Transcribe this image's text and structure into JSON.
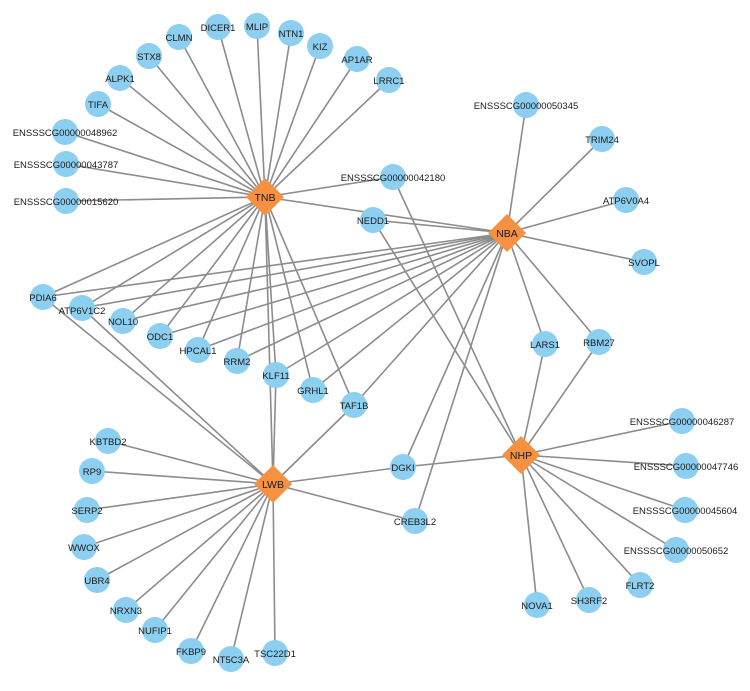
{
  "network": {
    "hubs": [
      {
        "id": "TNB",
        "label": "TNB"
      },
      {
        "id": "NBA",
        "label": "NBA"
      },
      {
        "id": "LWB",
        "label": "LWB"
      },
      {
        "id": "NHP",
        "label": "NHP"
      }
    ],
    "genes": [
      {
        "id": "DICER1",
        "label": "DICER1"
      },
      {
        "id": "MLIP",
        "label": "MLIP"
      },
      {
        "id": "CLMN",
        "label": "CLMN"
      },
      {
        "id": "NTN1",
        "label": "NTN1"
      },
      {
        "id": "KIZ",
        "label": "KIZ"
      },
      {
        "id": "STX8",
        "label": "STX8"
      },
      {
        "id": "AP1AR",
        "label": "AP1AR"
      },
      {
        "id": "ALPK1",
        "label": "ALPK1"
      },
      {
        "id": "LRRC1",
        "label": "LRRC1"
      },
      {
        "id": "TIFA",
        "label": "TIFA"
      },
      {
        "id": "ENSSSCG00000048962",
        "label": "ENSSSCG00000048962"
      },
      {
        "id": "ENSSSCG00000043787",
        "label": "ENSSSCG00000043787"
      },
      {
        "id": "ENSSSCG00000015620",
        "label": "ENSSSCG00000015620"
      },
      {
        "id": "ENSSSCG00000042180",
        "label": "ENSSSCG00000042180"
      },
      {
        "id": "ENSSSCG00000050345",
        "label": "ENSSSCG00000050345"
      },
      {
        "id": "TRIM24",
        "label": "TRIM24"
      },
      {
        "id": "ATP6V0A4",
        "label": "ATP6V0A4"
      },
      {
        "id": "SVOPL",
        "label": "SVOPL"
      },
      {
        "id": "NEDD1",
        "label": "NEDD1"
      },
      {
        "id": "PDIA6",
        "label": "PDIA6"
      },
      {
        "id": "ATP6V1C2",
        "label": "ATP6V1C2"
      },
      {
        "id": "NOL10",
        "label": "NOL10"
      },
      {
        "id": "ODC1",
        "label": "ODC1"
      },
      {
        "id": "HPCAL1",
        "label": "HPCAL1"
      },
      {
        "id": "RRM2",
        "label": "RRM2"
      },
      {
        "id": "KLF11",
        "label": "KLF11"
      },
      {
        "id": "GRHL1",
        "label": "GRHL1"
      },
      {
        "id": "TAF1B",
        "label": "TAF1B"
      },
      {
        "id": "LARS1",
        "label": "LARS1"
      },
      {
        "id": "RBM27",
        "label": "RBM27"
      },
      {
        "id": "KBTBD2",
        "label": "KBTBD2"
      },
      {
        "id": "RP9",
        "label": "RP9"
      },
      {
        "id": "SERP2",
        "label": "SERP2"
      },
      {
        "id": "WWOX",
        "label": "WWOX"
      },
      {
        "id": "UBR4",
        "label": "UBR4"
      },
      {
        "id": "NRXN3",
        "label": "NRXN3"
      },
      {
        "id": "NUFIP1",
        "label": "NUFIP1"
      },
      {
        "id": "FKBP9",
        "label": "FKBP9"
      },
      {
        "id": "NT5C3A",
        "label": "NT5C3A"
      },
      {
        "id": "TSC22D1",
        "label": "TSC22D1"
      },
      {
        "id": "DGKI",
        "label": "DGKI"
      },
      {
        "id": "CREB3L2",
        "label": "CREB3L2"
      },
      {
        "id": "ENSSSCG00000046287",
        "label": "ENSSSCG00000046287"
      },
      {
        "id": "ENSSSCG00000047746",
        "label": "ENSSSCG00000047746"
      },
      {
        "id": "ENSSSCG00000045604",
        "label": "ENSSSCG00000045604"
      },
      {
        "id": "ENSSSCG00000050652",
        "label": "ENSSSCG00000050652"
      },
      {
        "id": "FLRT2",
        "label": "FLRT2"
      },
      {
        "id": "SH3RF2",
        "label": "SH3RF2"
      },
      {
        "id": "NOVA1",
        "label": "NOVA1"
      }
    ],
    "edges": [
      [
        "TNB",
        "DICER1"
      ],
      [
        "TNB",
        "MLIP"
      ],
      [
        "TNB",
        "CLMN"
      ],
      [
        "TNB",
        "NTN1"
      ],
      [
        "TNB",
        "KIZ"
      ],
      [
        "TNB",
        "STX8"
      ],
      [
        "TNB",
        "AP1AR"
      ],
      [
        "TNB",
        "ALPK1"
      ],
      [
        "TNB",
        "LRRC1"
      ],
      [
        "TNB",
        "TIFA"
      ],
      [
        "TNB",
        "ENSSSCG00000048962"
      ],
      [
        "TNB",
        "ENSSSCG00000043787"
      ],
      [
        "TNB",
        "ENSSSCG00000015620"
      ],
      [
        "TNB",
        "ENSSSCG00000042180"
      ],
      [
        "TNB",
        "NBA"
      ],
      [
        "TNB",
        "PDIA6"
      ],
      [
        "TNB",
        "ATP6V1C2"
      ],
      [
        "TNB",
        "NOL10"
      ],
      [
        "TNB",
        "ODC1"
      ],
      [
        "TNB",
        "HPCAL1"
      ],
      [
        "TNB",
        "RRM2"
      ],
      [
        "TNB",
        "KLF11"
      ],
      [
        "TNB",
        "GRHL1"
      ],
      [
        "TNB",
        "TAF1B"
      ],
      [
        "TNB",
        "LWB"
      ],
      [
        "NBA",
        "ENSSSCG00000050345"
      ],
      [
        "NBA",
        "TRIM24"
      ],
      [
        "NBA",
        "ATP6V0A4"
      ],
      [
        "NBA",
        "SVOPL"
      ],
      [
        "NBA",
        "NEDD1"
      ],
      [
        "NBA",
        "PDIA6"
      ],
      [
        "NBA",
        "ATP6V1C2"
      ],
      [
        "NBA",
        "NOL10"
      ],
      [
        "NBA",
        "ODC1"
      ],
      [
        "NBA",
        "HPCAL1"
      ],
      [
        "NBA",
        "RRM2"
      ],
      [
        "NBA",
        "KLF11"
      ],
      [
        "NBA",
        "GRHL1"
      ],
      [
        "NBA",
        "TAF1B"
      ],
      [
        "NBA",
        "LARS1"
      ],
      [
        "NBA",
        "RBM27"
      ],
      [
        "NBA",
        "DGKI"
      ],
      [
        "NBA",
        "CREB3L2"
      ],
      [
        "LWB",
        "PDIA6"
      ],
      [
        "LWB",
        "ATP6V1C2"
      ],
      [
        "LWB",
        "KLF11"
      ],
      [
        "LWB",
        "TAF1B"
      ],
      [
        "LWB",
        "KBTBD2"
      ],
      [
        "LWB",
        "RP9"
      ],
      [
        "LWB",
        "SERP2"
      ],
      [
        "LWB",
        "WWOX"
      ],
      [
        "LWB",
        "UBR4"
      ],
      [
        "LWB",
        "NRXN3"
      ],
      [
        "LWB",
        "NUFIP1"
      ],
      [
        "LWB",
        "FKBP9"
      ],
      [
        "LWB",
        "NT5C3A"
      ],
      [
        "LWB",
        "TSC22D1"
      ],
      [
        "LWB",
        "DGKI"
      ],
      [
        "LWB",
        "CREB3L2"
      ],
      [
        "NHP",
        "ENSSSCG00000042180"
      ],
      [
        "NHP",
        "NEDD1"
      ],
      [
        "NHP",
        "LARS1"
      ],
      [
        "NHP",
        "RBM27"
      ],
      [
        "NHP",
        "DGKI"
      ],
      [
        "NHP",
        "ENSSSCG00000046287"
      ],
      [
        "NHP",
        "ENSSSCG00000047746"
      ],
      [
        "NHP",
        "ENSSSCG00000045604"
      ],
      [
        "NHP",
        "ENSSSCG00000050652"
      ],
      [
        "NHP",
        "FLRT2"
      ],
      [
        "NHP",
        "SH3RF2"
      ],
      [
        "NHP",
        "NOVA1"
      ]
    ],
    "colors": {
      "gene_fill": "#8ccff0",
      "hub_fill": "#f69142",
      "edge": "#8c8c8c",
      "label": "#1a1a1a"
    }
  }
}
